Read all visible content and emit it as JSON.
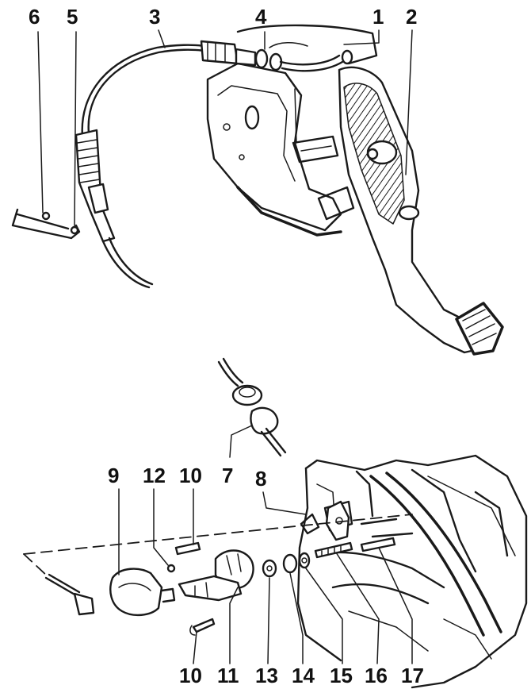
{
  "labels": {
    "l1": "1",
    "l2": "2",
    "l3": "3",
    "l4": "4",
    "l5": "5",
    "l6": "6",
    "l7": "7",
    "l8": "8",
    "l9": "9",
    "l10a": "10",
    "l10b": "10",
    "l11": "11",
    "l12": "12",
    "l13": "13",
    "l14": "14",
    "l15": "15",
    "l16": "16",
    "l17": "17"
  },
  "colors": {
    "ink": "#1a1a1a",
    "background": "#ffffff"
  }
}
